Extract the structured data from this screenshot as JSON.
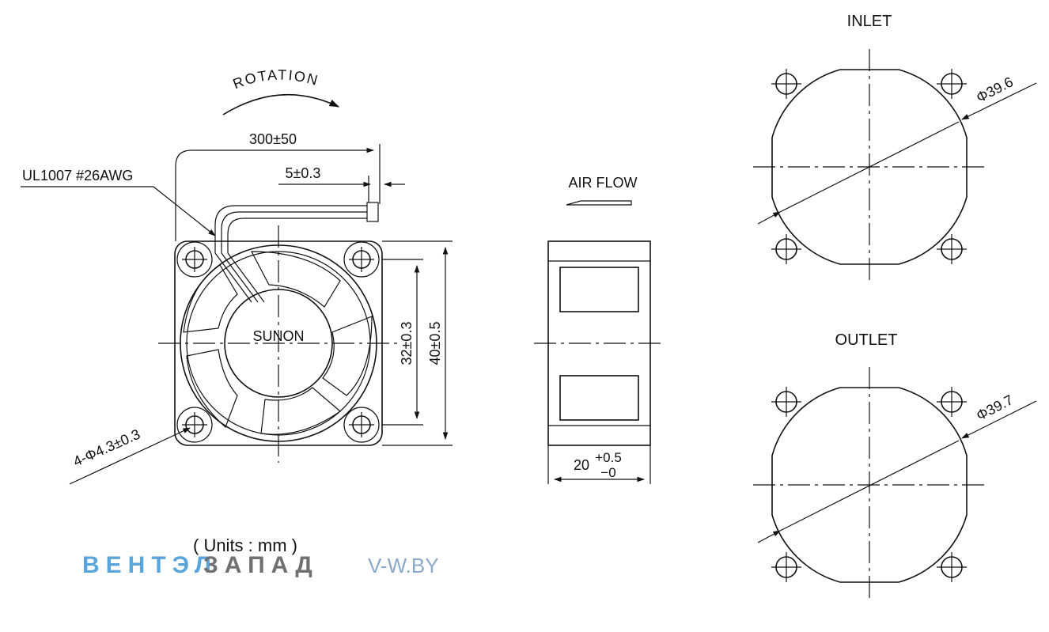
{
  "labels": {
    "rotation": "ROTATION",
    "lead_length": "300±50",
    "strip_length": "5±0.3",
    "wire_spec": "UL1007 #26AWG",
    "brand": "SUNON",
    "hole_spacing": "32±0.3",
    "frame_size": "40±0.5",
    "mount_holes": "4-Φ4.3±0.3",
    "units": "( Units : mm )",
    "air_flow": "AIR FLOW",
    "thickness_nominal": "20",
    "thickness_upper_tol": "+0.5",
    "thickness_lower_tol": "−0",
    "inlet": "INLET",
    "inlet_diameter": "Φ39.6",
    "outlet": "OUTLET",
    "outlet_diameter": "Φ39.7"
  },
  "watermark": {
    "part1": "ВЕНТЭЛ",
    "part2": "ЗАПАД",
    "url": "V-W.BY",
    "color_primary": "#5aa6dc",
    "color_secondary": "#707070"
  }
}
